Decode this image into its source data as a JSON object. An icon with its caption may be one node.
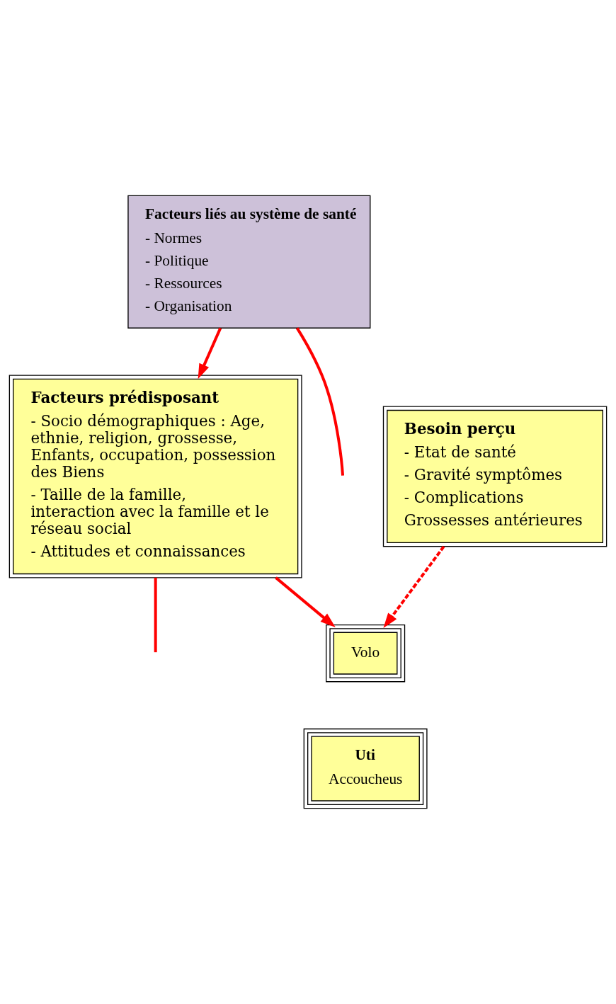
{
  "diagram": {
    "nodes": [
      {
        "text": [
          "Facteurs liés au système de santé",
          "- Normes",
          "- Politique",
          "- Ressources",
          "- Organisation"
        ]
      },
      {
        "text": [
          "Facteurs prédisposant",
          "- Socio démographiques : Age, ethnie, religion, grossesse, Enfants, occupation, possession des Biens",
          "- Taille de la famille, interaction avec la famille et le réseau social",
          "- Attitudes et connaissances"
        ]
      },
      {
        "text": [
          "Besoin perçu",
          "- Etat de santé",
          "- Gravité symptômes",
          "- Complications",
          "Grossesses antérieures"
        ]
      },
      {
        "text": [
          "Volo"
        ]
      },
      {
        "text": [
          "Uti",
          "Accoucheus"
        ]
      }
    ],
    "edges": [
      {
        "from": 0,
        "to": 1,
        "arrow": "to"
      },
      {
        "from": 0,
        "to": null,
        "arrow": "none"
      },
      {
        "from": 1,
        "to": null,
        "arrow": "none"
      },
      {
        "from": 1,
        "to": 3,
        "arrow": "to"
      },
      {
        "from": 2,
        "to": 3,
        "arrow": "to",
        "style": "dashed"
      }
    ]
  }
}
